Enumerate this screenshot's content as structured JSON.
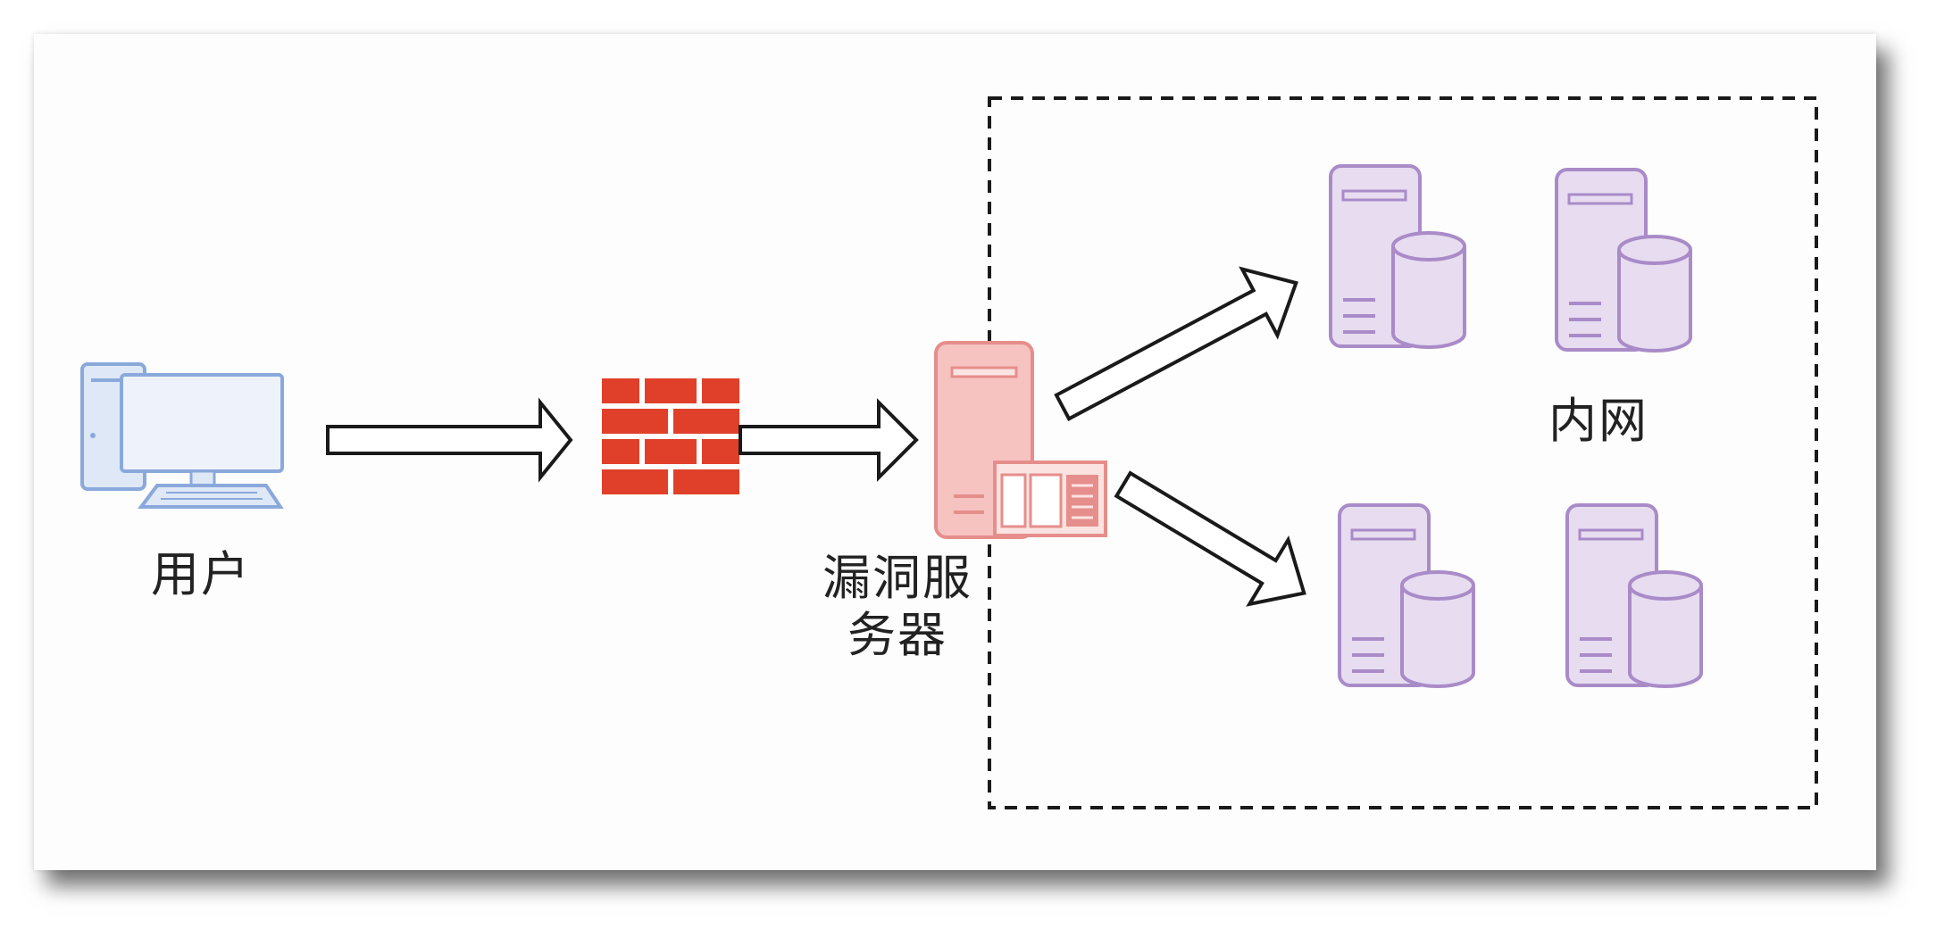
{
  "diagram": {
    "labels": {
      "user": "用户",
      "vulnerable_server": "漏洞服务器",
      "intranet": "内网"
    },
    "nodes": [
      {
        "id": "user",
        "icon": "desktop-computer-icon",
        "color": "#9db8e4"
      },
      {
        "id": "firewall",
        "icon": "brick-firewall-icon",
        "color": "#e0402a"
      },
      {
        "id": "vulnerable_server",
        "icon": "server-with-panel-icon",
        "color": "#f0a8a6"
      },
      {
        "id": "intranet_db_1",
        "icon": "database-server-icon",
        "color": "#b89ad0"
      },
      {
        "id": "intranet_db_2",
        "icon": "database-server-icon",
        "color": "#b89ad0"
      },
      {
        "id": "intranet_db_3",
        "icon": "database-server-icon",
        "color": "#b89ad0"
      },
      {
        "id": "intranet_db_4",
        "icon": "database-server-icon",
        "color": "#b89ad0"
      }
    ],
    "edges": [
      {
        "from": "user",
        "to": "firewall"
      },
      {
        "from": "firewall",
        "to": "vulnerable_server"
      },
      {
        "from": "vulnerable_server",
        "to": "intranet_db_1"
      },
      {
        "from": "vulnerable_server",
        "to": "intranet_db_3"
      }
    ],
    "groups": [
      {
        "id": "intranet",
        "style": "dashed"
      }
    ]
  }
}
